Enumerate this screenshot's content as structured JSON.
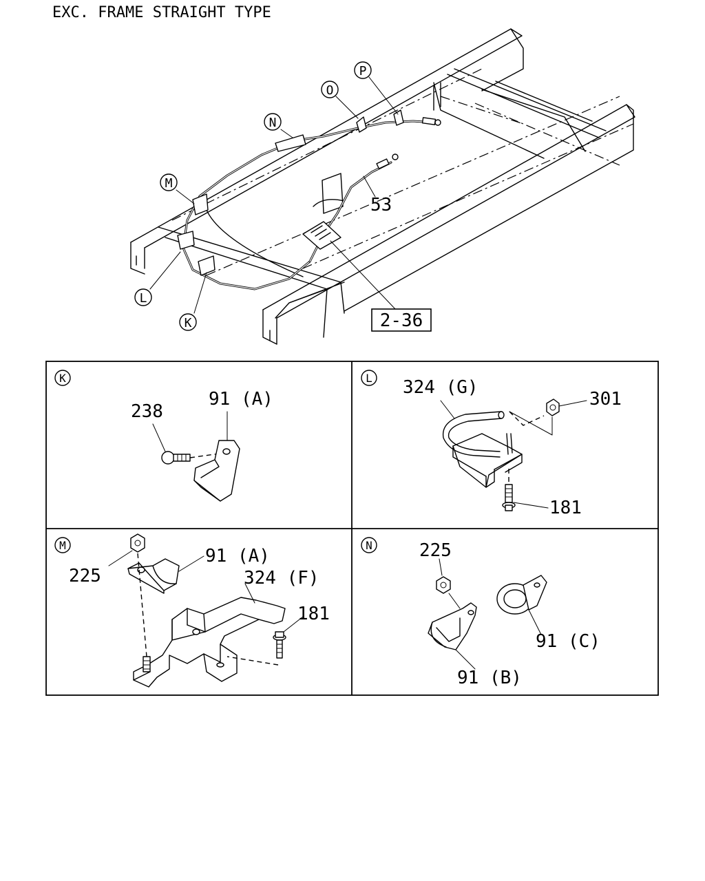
{
  "header": {
    "title": "EXC. FRAME STRAIGHT TYPE"
  },
  "overview": {
    "callouts": {
      "P": "P",
      "O": "O",
      "N": "N",
      "M": "M",
      "L": "L",
      "K": "K"
    },
    "part_53": "53",
    "ref_box": "2-36"
  },
  "panels": {
    "K": {
      "letter": "K",
      "labels": {
        "p238": "238",
        "p91a": "91 (A)"
      }
    },
    "L": {
      "letter": "L",
      "labels": {
        "p324g": "324 (G)",
        "p301": "301",
        "p181": "181"
      }
    },
    "M": {
      "letter": "M",
      "labels": {
        "p225": "225",
        "p91a": "91 (A)",
        "p324f": "324 (F)",
        "p181": "181"
      }
    },
    "N": {
      "letter": "N",
      "labels": {
        "p225": "225",
        "p91c": "91 (C)",
        "p91b": "91 (B)"
      }
    }
  }
}
